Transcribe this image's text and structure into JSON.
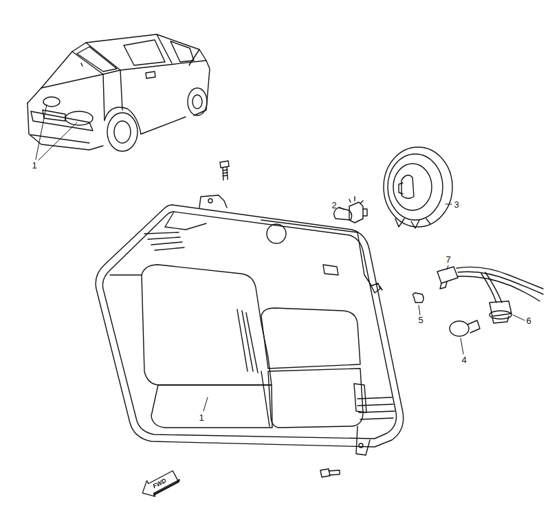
{
  "diagram": {
    "labels": [
      "1",
      "1",
      "2",
      "3",
      "7",
      "5",
      "6",
      "4",
      "FWD"
    ]
  }
}
